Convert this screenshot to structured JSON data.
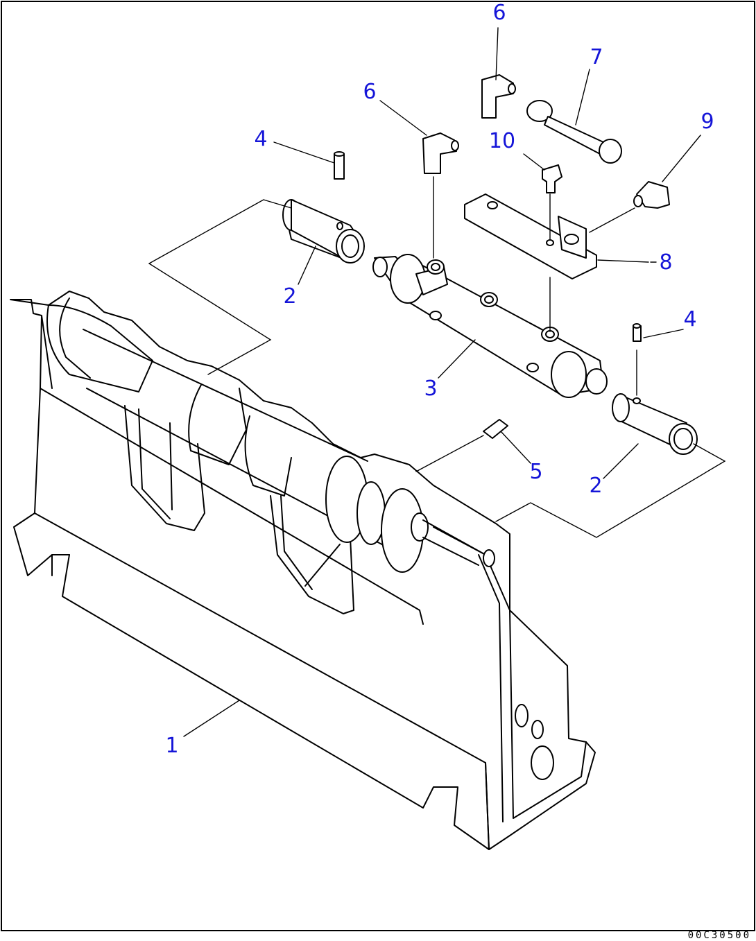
{
  "diagram": {
    "callouts": [
      {
        "id": "c6a",
        "text": "6"
      },
      {
        "id": "c7",
        "text": "7"
      },
      {
        "id": "c6b",
        "text": "6"
      },
      {
        "id": "c9",
        "text": "9"
      },
      {
        "id": "c4a",
        "text": "4"
      },
      {
        "id": "c10",
        "text": "10"
      },
      {
        "id": "c8",
        "text": "8"
      },
      {
        "id": "c2a",
        "text": "2"
      },
      {
        "id": "c4b",
        "text": "4"
      },
      {
        "id": "c3",
        "text": "3"
      },
      {
        "id": "c5",
        "text": "5"
      },
      {
        "id": "c2b",
        "text": "2"
      },
      {
        "id": "c1",
        "text": "1"
      }
    ],
    "drawing_code": "00C30500"
  },
  "colors": {
    "callout": "#1515d8",
    "line": "#000000",
    "background": "#ffffff"
  }
}
